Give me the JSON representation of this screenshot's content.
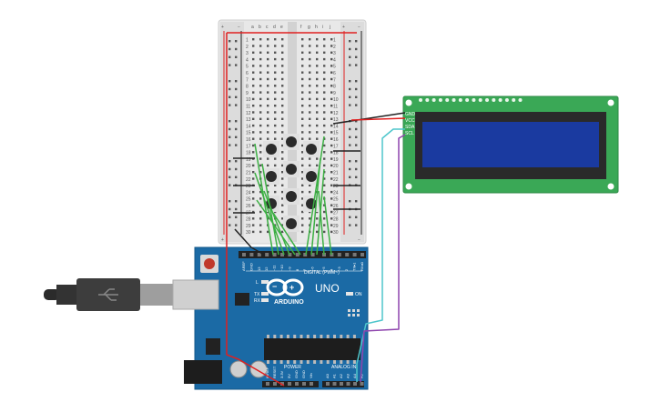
{
  "breadboard": {
    "rail_plus": "+",
    "rail_minus": "−",
    "columns_left": [
      "a",
      "b",
      "c",
      "d",
      "e"
    ],
    "columns_right": [
      "f",
      "g",
      "h",
      "i",
      "j"
    ],
    "row_numbers": [
      "1",
      "2",
      "3",
      "4",
      "5",
      "6",
      "7",
      "8",
      "9",
      "10",
      "11",
      "12",
      "13",
      "14",
      "15",
      "16",
      "17",
      "18",
      "19",
      "20",
      "21",
      "22",
      "23",
      "24",
      "25",
      "26",
      "27",
      "28",
      "29",
      "30"
    ]
  },
  "arduino": {
    "brand": "ARDUINO",
    "model": "UNO",
    "digital_label": "DIGITAL (PWM~)",
    "power_label": "POWER",
    "analog_label": "ANALOG IN",
    "on_label": "ON",
    "led_labels": [
      "L",
      "TX",
      "RX"
    ],
    "top_pins": [
      "AREF",
      "GND",
      "13",
      "12",
      "~11",
      "~10",
      "~9",
      "8",
      "7",
      "~6",
      "~5",
      "4",
      "~3",
      "2",
      "TX▸1",
      "RX◂0"
    ],
    "power_pins": [
      "IOREF",
      "RESET",
      "3.3V",
      "5V",
      "GND",
      "GND",
      "Vin"
    ],
    "analog_pins": [
      "A0",
      "A1",
      "A2",
      "A3",
      "A4",
      "A5"
    ]
  },
  "lcd": {
    "pin_labels": [
      "GND",
      "VCC",
      "SDA",
      "SCL"
    ]
  },
  "colors": {
    "arduino_body": "#1b6aa5",
    "lcd_board": "#3aa856",
    "lcd_screen": "#1a3aa0",
    "wire_green": "#3cb043",
    "wire_red": "#e02020",
    "wire_cyan": "#4ec6cc",
    "wire_purple": "#8e44ad",
    "wire_black": "#222222"
  }
}
